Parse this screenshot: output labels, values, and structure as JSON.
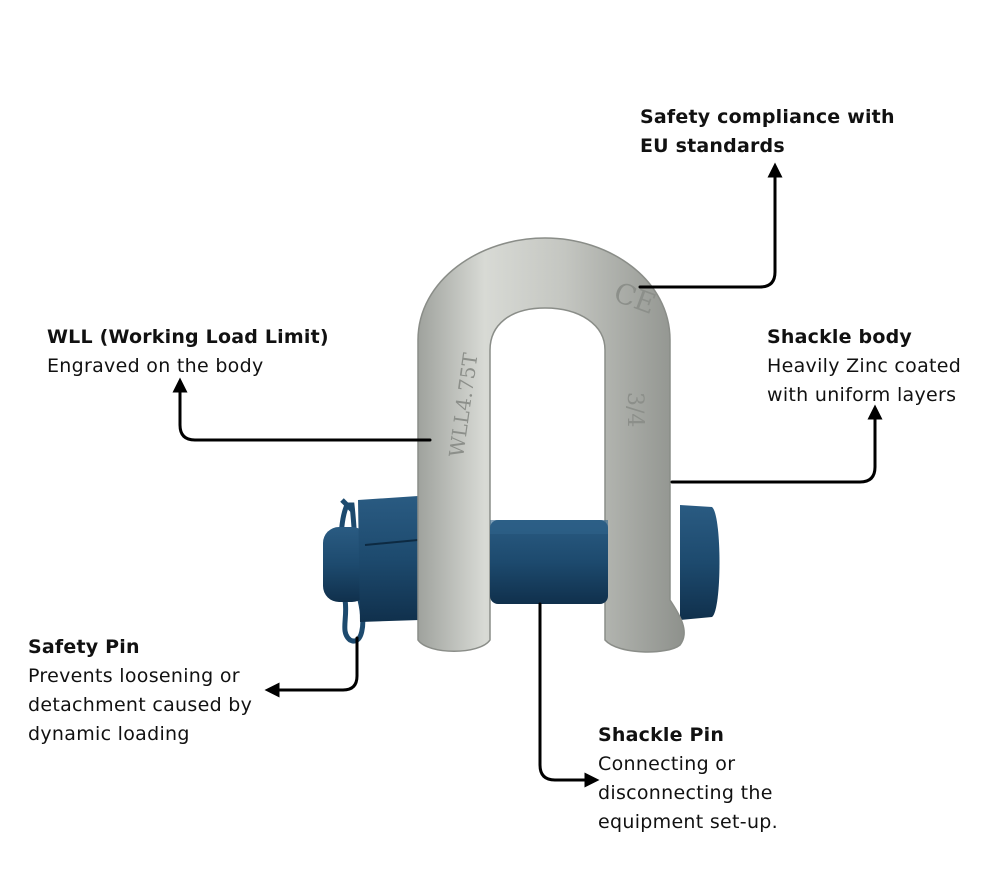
{
  "callouts": {
    "safety_compliance": {
      "title_line1": "Safety compliance with",
      "title_line2": "EU standards"
    },
    "wll": {
      "title": "WLL (Working Load Limit)",
      "desc": "Engraved on the body"
    },
    "shackle_body": {
      "title": "Shackle body",
      "desc_line1": "Heavily Zinc coated",
      "desc_line2": "with uniform layers"
    },
    "safety_pin": {
      "title": "Safety Pin",
      "desc_line1": "Prevents loosening or",
      "desc_line2": "detachment caused by",
      "desc_line3": "dynamic loading"
    },
    "shackle_pin": {
      "title": "Shackle Pin",
      "desc_line1": "Connecting or",
      "desc_line2": "disconnecting the",
      "desc_line3": "equipment set-up."
    }
  },
  "engravings": {
    "ce_mark": "CE",
    "wll_mark": "WLL4.75T",
    "size_mark": "3/4"
  },
  "colors": {
    "zinc": "#c9cbc7",
    "pin_blue": "#1d4a6e",
    "line": "#000000"
  }
}
